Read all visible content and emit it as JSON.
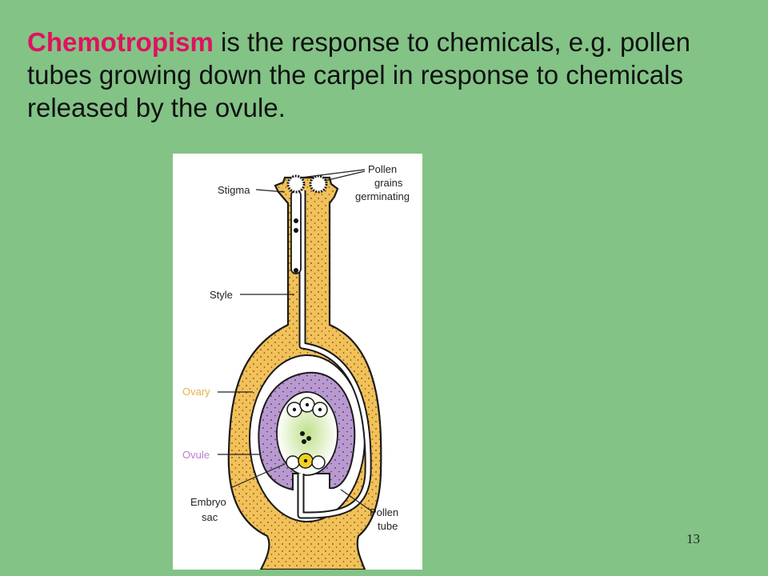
{
  "slide": {
    "heading_term": "Chemotropism",
    "heading_rest": " is the response to chemicals, e.g. pollen tubes growing down the carpel in response to chemicals released by the ovule.",
    "slide_number": "13"
  },
  "figure": {
    "labels": {
      "stigma": "Stigma",
      "pollen_1": "Pollen",
      "pollen_2": "grains",
      "pollen_3": "germinating",
      "style": "Style",
      "ovary": "Ovary",
      "ovule": "Ovule",
      "embryo_1": "Embryo",
      "embryo_2": "sac",
      "tube_1": "Pollen",
      "tube_2": "tube"
    }
  },
  "colors": {
    "background": "#83c386",
    "term": "#e0115f",
    "carpel_tissue": "#f2c15a",
    "ovule_tissue": "#b99ad0",
    "ovary_label": "#e9b24a",
    "ovule_label": "#b87ed0"
  }
}
